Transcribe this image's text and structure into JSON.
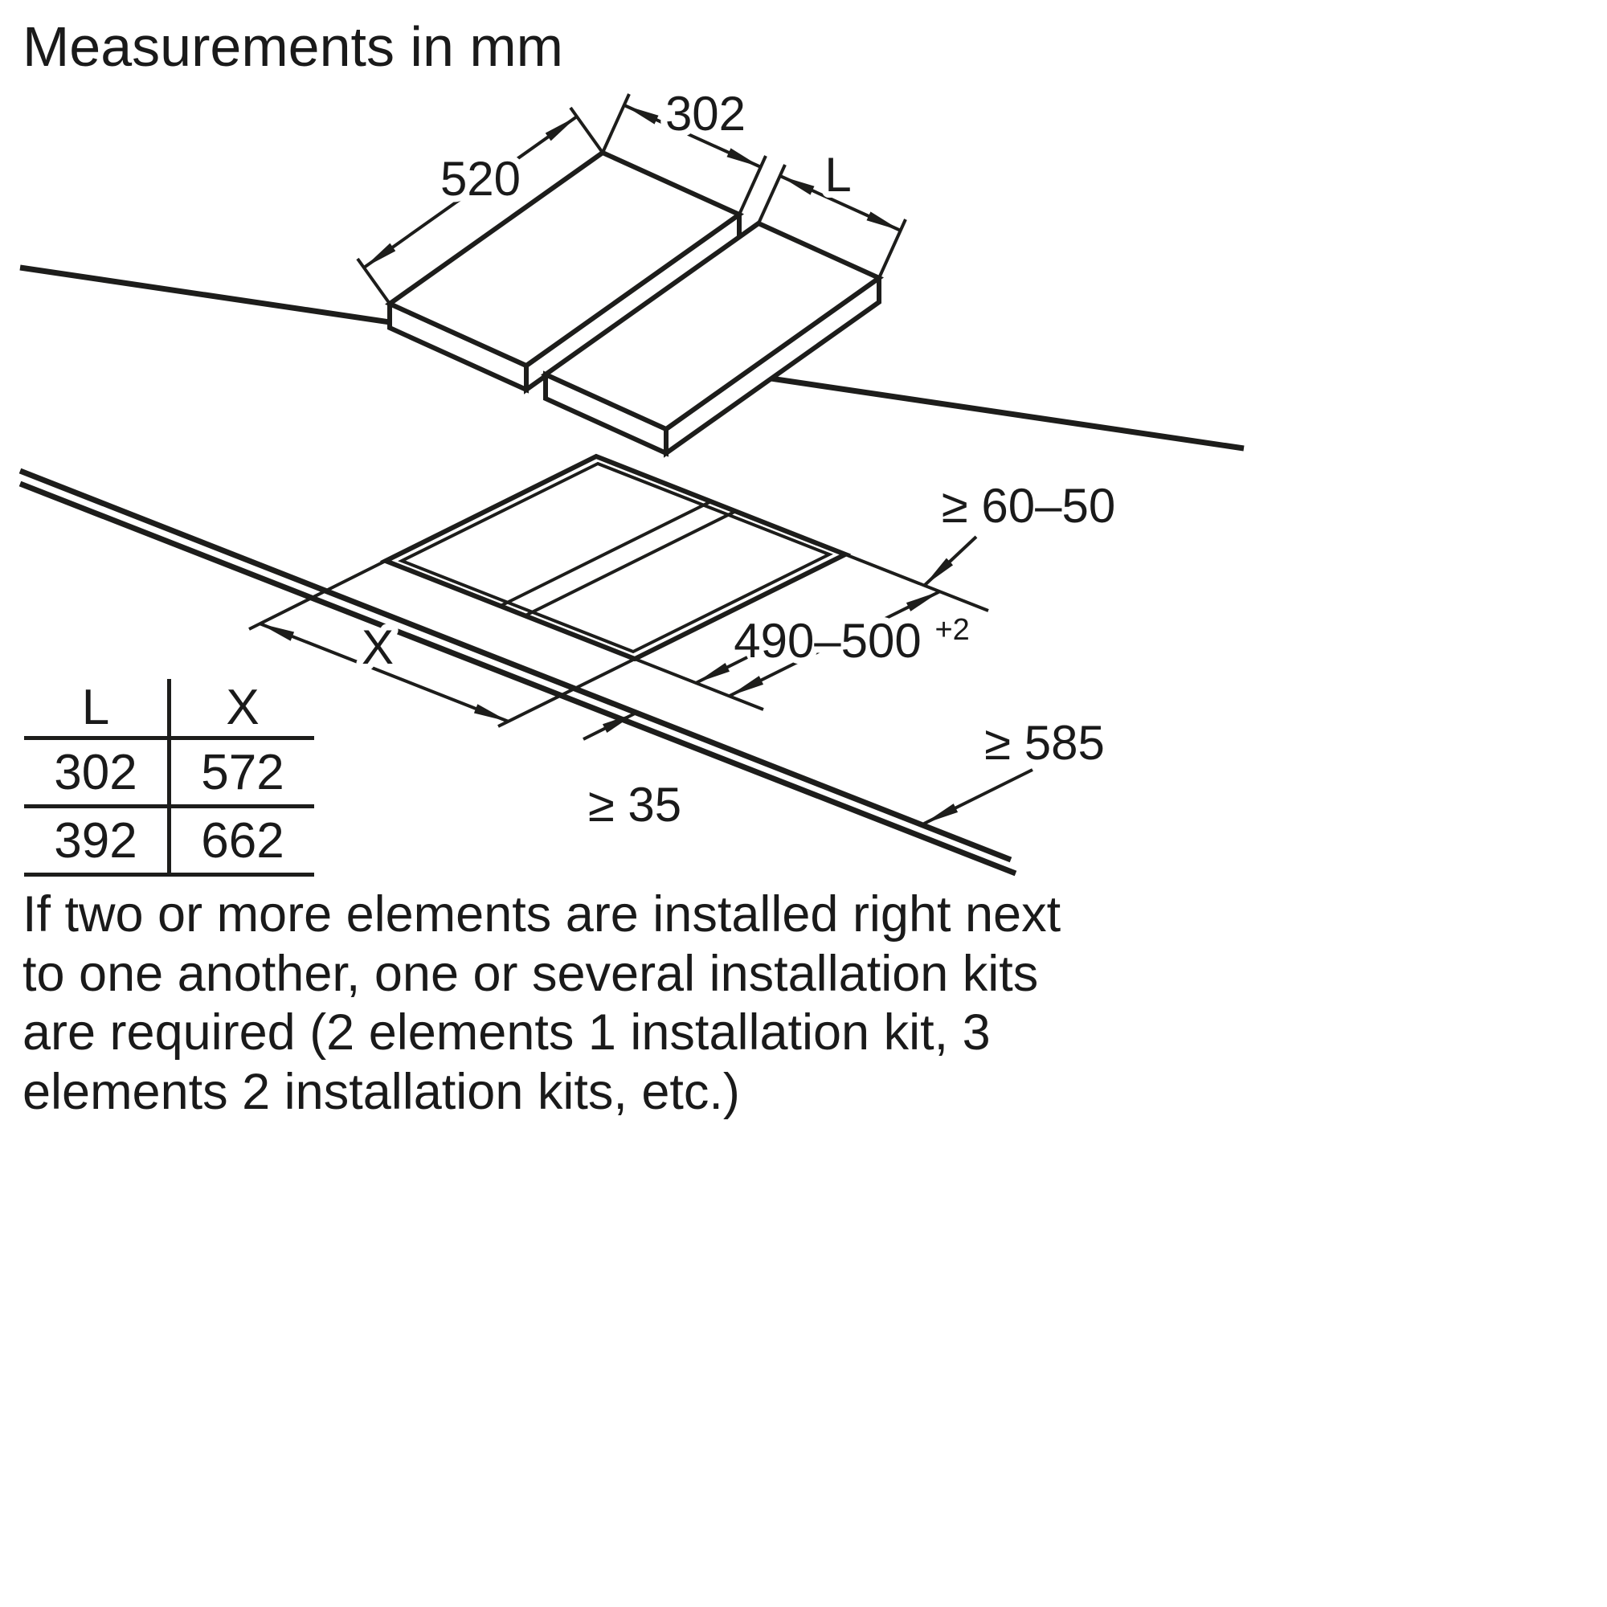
{
  "title": "Measurements in mm",
  "colors": {
    "line": "#1d1d1b",
    "text": "#1a1a1a",
    "background": "#ffffff"
  },
  "hob_diagram": {
    "depth_label": "520",
    "width_label": "302",
    "length_label": "L"
  },
  "cutout_diagram": {
    "back_clearance": "≥ 60–50",
    "depth_range": "490–500",
    "depth_tolerance": "+2",
    "front_depth_min": "≥ 585",
    "front_clearance": "≥ 35",
    "width_label": "X"
  },
  "table": {
    "headers": [
      "L",
      "X"
    ],
    "rows": [
      [
        "302",
        "572"
      ],
      [
        "392",
        "662"
      ]
    ]
  },
  "note": {
    "lines": [
      "If two or more elements are installed right next",
      "to one another, one or several installation kits",
      "are required (2 elements 1 installation kit, 3",
      "elements 2 installation kits, etc.)"
    ]
  }
}
